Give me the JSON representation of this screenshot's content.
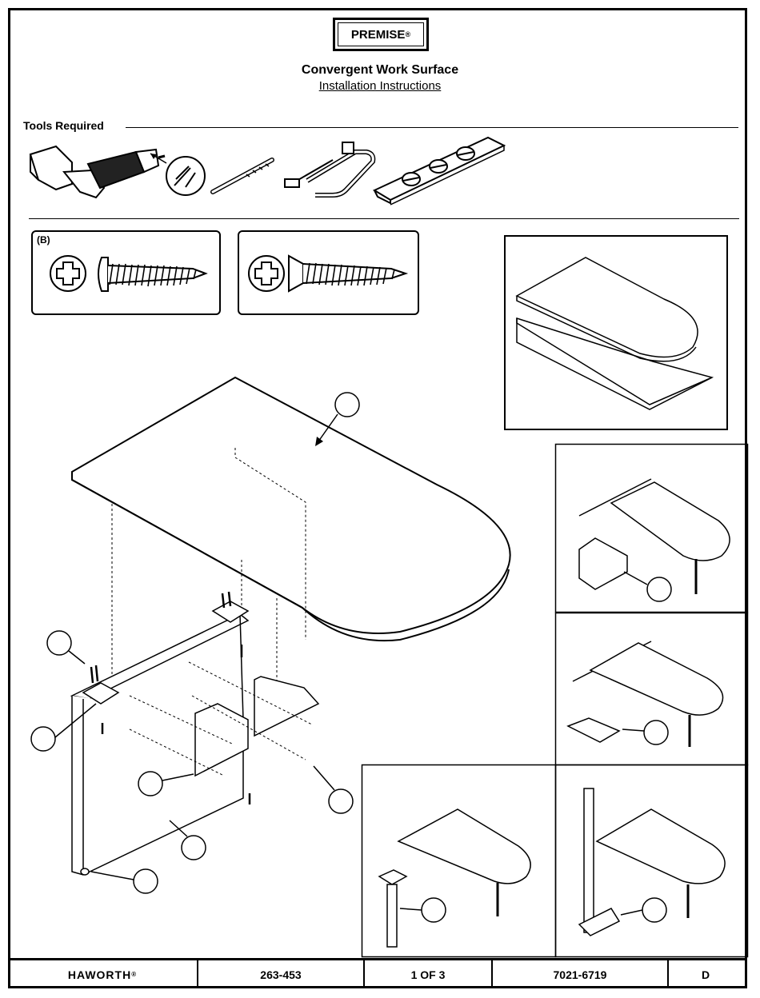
{
  "header": {
    "brand": "PREMISE",
    "brand_mark": "®",
    "title": "Convergent Work Surface",
    "subtitle": "Installation Instructions"
  },
  "tools": {
    "label": "Tools Required",
    "items": [
      "drill-icon",
      "phillips-bit-icon",
      "drill-bit-icon",
      "c-clamp-icon",
      "level-icon"
    ]
  },
  "hardware": {
    "pan_head_label": "(B)"
  },
  "footer": {
    "logo": "HAWORTH",
    "logo_mark": "®",
    "part_number": "263-453",
    "page": "1 OF 3",
    "doc_number": "7021-6719",
    "revision": "D"
  }
}
